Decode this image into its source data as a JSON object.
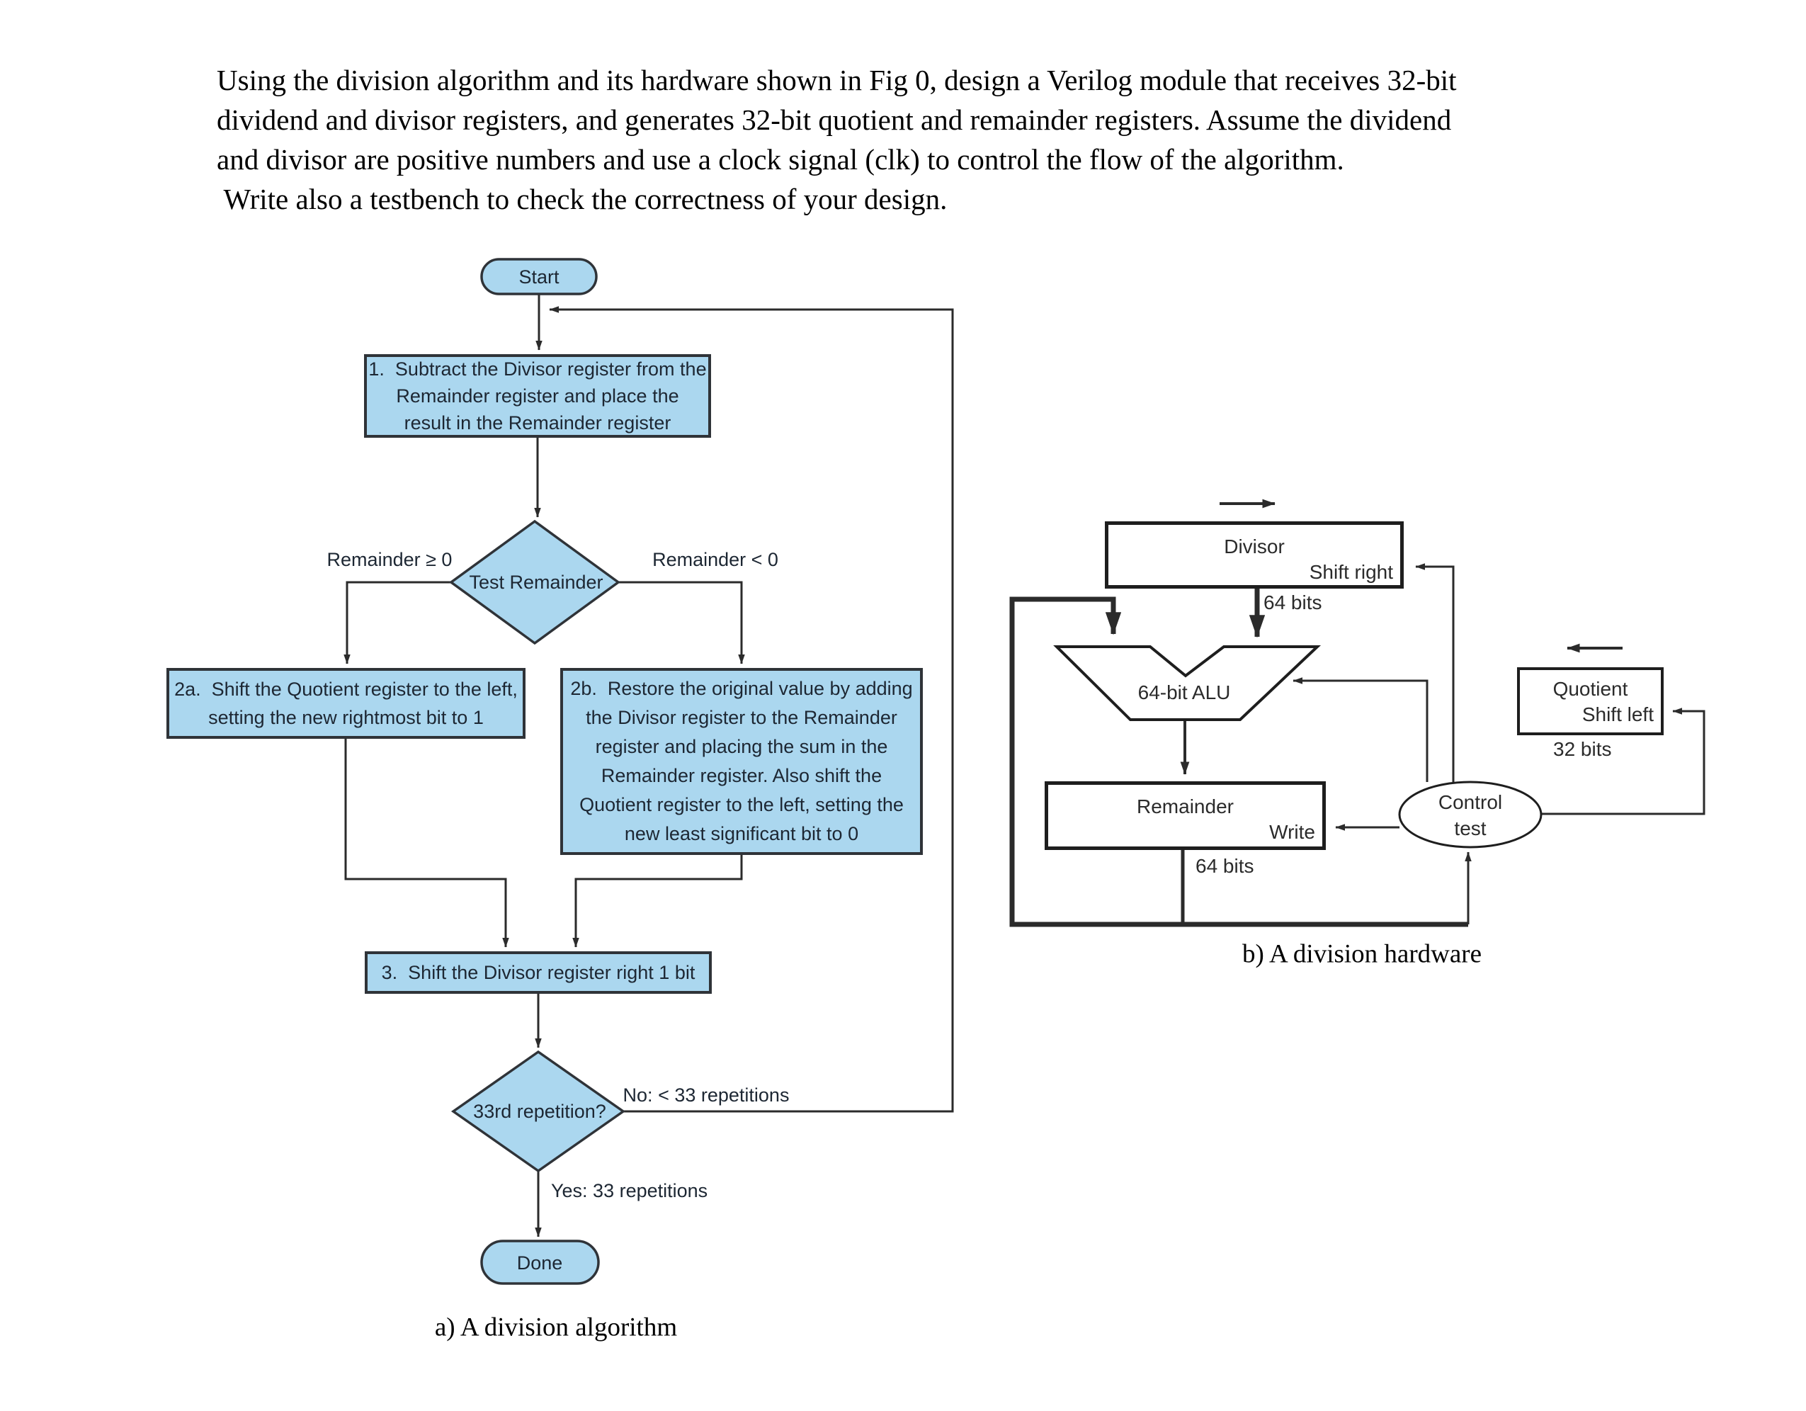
{
  "colors": {
    "node_fill": "#abd7ef",
    "node_border": "#2f3338",
    "line": "#2b2b2b",
    "text": "#1d2733"
  },
  "icons": {
    "shift_right_direction": "→",
    "shift_left_direction": "←"
  },
  "problem": {
    "lines": [
      "Using the division algorithm and its hardware shown in Fig 0, design a Verilog module that receives 32-bit",
      "dividend and divisor registers, and generates 32-bit quotient and remainder registers. Assume the dividend",
      "and divisor are positive numbers and use a clock signal (clk) to control the flow of the algorithm.",
      " Write also a testbench to check the correctness of your design."
    ]
  },
  "flowchart": {
    "start_label": "Start",
    "box1_lines": [
      "1.  Subtract the Divisor register from the",
      "Remainder register and place the",
      "result in the Remainder register"
    ],
    "decision1_label": "Test Remainder",
    "branch_ge_label": "Remainder ≥ 0",
    "branch_lt_label": "Remainder < 0",
    "box2a_lines": [
      "2a.  Shift the Quotient register to the left,",
      "setting the new rightmost bit to 1"
    ],
    "box2b_lines": [
      "2b.  Restore the original value by adding",
      "the Divisor register to the Remainder",
      "register and placing the sum in the",
      "Remainder register. Also shift the",
      "Quotient register to the left, setting the",
      "new least significant bit to 0"
    ],
    "box3_label": "3.  Shift the Divisor register right 1 bit",
    "decision2_label": "33rd repetition?",
    "branch_no_label": "No: < 33 repetitions",
    "branch_yes_label": "Yes: 33 repetitions",
    "done_label": "Done",
    "caption": "a) A division algorithm"
  },
  "hardware": {
    "divisor_label": "Divisor",
    "shift_right_label": "Shift right",
    "divisor_width_label": "64 bits",
    "alu_label": "64-bit ALU",
    "remainder_label": "Remainder",
    "write_label": "Write",
    "remainder_width_label": "64 bits",
    "quotient_label": "Quotient",
    "shift_left_label": "Shift left",
    "quotient_width_label": "32 bits",
    "control_label_line1": "Control",
    "control_label_line2": "test",
    "caption": "b) A division hardware"
  }
}
